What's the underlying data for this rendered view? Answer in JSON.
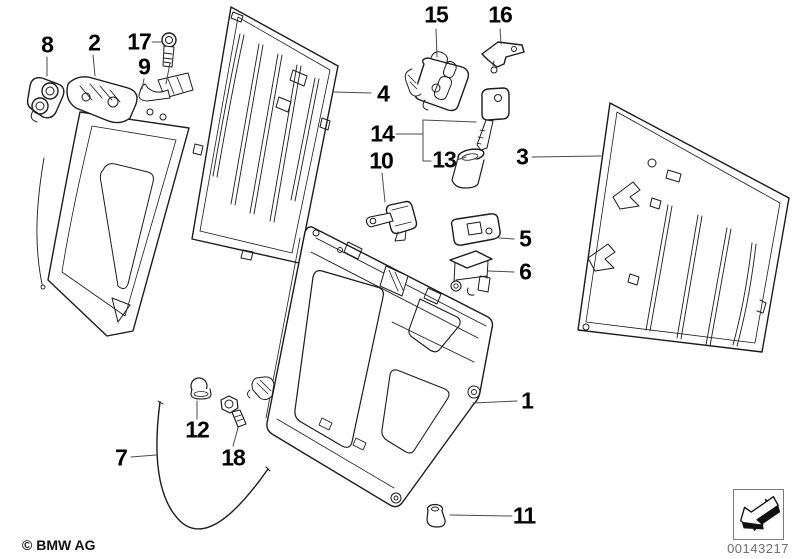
{
  "callouts": {
    "c1": "1",
    "c2": "2",
    "c3": "3",
    "c4": "4",
    "c5": "5",
    "c6": "6",
    "c7": "7",
    "c8": "8",
    "c9": "9",
    "c10": "10",
    "c11": "11",
    "c12": "12",
    "c13": "13",
    "c14": "14",
    "c15": "15",
    "c16": "16",
    "c17": "17",
    "c18": "18"
  },
  "footer": {
    "copyright": "© BMW AG",
    "image_number": "00143217"
  },
  "icons": {
    "stamp_arrow": "arrow-down-left-3d"
  }
}
